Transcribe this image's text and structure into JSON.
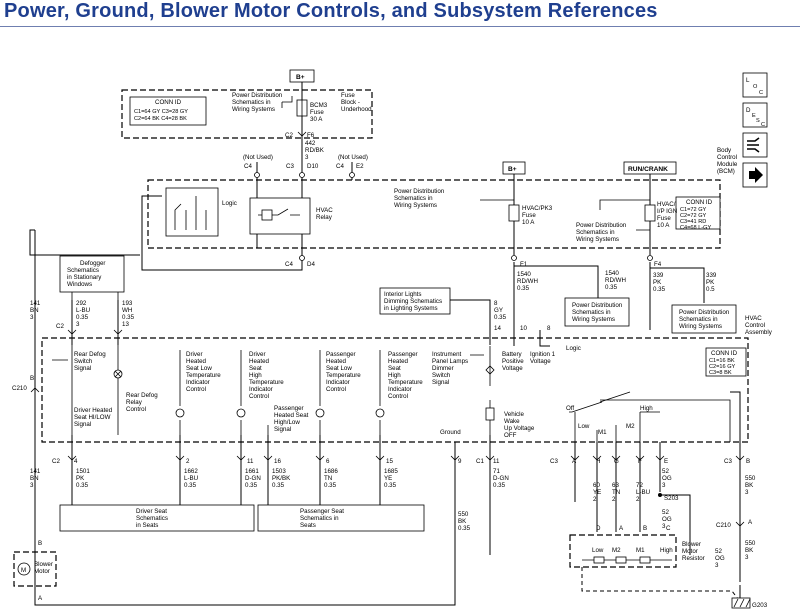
{
  "title": "Power, Ground, Blower Motor Controls, and Subsystem References",
  "side_icons": {
    "loc": [
      "L",
      "O",
      "C"
    ],
    "desc": [
      "D",
      "E",
      "S",
      "C"
    ],
    "icons": [
      "connector-icon",
      "arrow-right-icon"
    ]
  },
  "top": {
    "bplus": "B+",
    "pd_ref": [
      "Power Distribution",
      "Schematics in",
      "Wiring Systems"
    ],
    "conn_id": {
      "title": "CONN ID",
      "lines": [
        "C1=64 GY   C3=28 GY",
        "C2=64 BK   C4=28 BK"
      ]
    },
    "fuse": [
      "BCM3",
      "Fuse",
      "30 A"
    ],
    "fuse_block": [
      "Fuse",
      "Block -",
      "Underhood"
    ],
    "c2": "C2",
    "f6": "F6",
    "wire": [
      "442",
      "RD/BK",
      "3"
    ],
    "not_used": "(Not Used)",
    "c4": "C4",
    "c3": "C3",
    "d10": "D10",
    "e2": "E2"
  },
  "bcm": {
    "label": [
      "Body",
      "Control",
      "Module",
      "(BCM)"
    ],
    "logic": "Logic",
    "relay": [
      "HVAC",
      "Relay"
    ],
    "c4": "C4",
    "d4": "D4",
    "conn_id": {
      "title": "CONN ID",
      "lines": [
        "C1=72 GY",
        "C2=72 GY",
        "C3=41 RD",
        "C4=68 L-GY"
      ]
    },
    "bplus2": "B+",
    "run_crank": "RUN/CRANK",
    "pd_ref_a": [
      "Power Distribution",
      "Schematics in",
      "Wiring Systems"
    ],
    "pd_ref_b": [
      "Power Distribution",
      "Schematics in",
      "Wiring Systems"
    ],
    "fuse_pk3": [
      "HVAC/PK3",
      "Fuse",
      "10 A"
    ],
    "fuse_ign": [
      "HVAC/",
      "I/P IGN",
      "Fuse",
      "10 A"
    ],
    "f1": "F1",
    "f4": "F4",
    "wire_1540a": [
      "1540",
      "RD/WH",
      "0.35"
    ],
    "wire_1540b": [
      "1540",
      "RD/WH",
      "0.35"
    ],
    "wire_339a": [
      "339",
      "PK",
      "0.35"
    ],
    "wire_339b": [
      "339",
      "PK",
      "0.5"
    ],
    "pd_box_a": [
      "Power Distribution",
      "Schematics in",
      "Wiring Systems"
    ],
    "pd_box_b": [
      "Power Distribution",
      "Schematics in",
      "Wiring Systems"
    ]
  },
  "mid": {
    "defogger": [
      "Defogger",
      "Schematics",
      "in Stationary",
      "Windows"
    ],
    "w141": [
      "141",
      "BN",
      "3"
    ],
    "w292": [
      "292",
      "L-BU",
      "0.35",
      "3"
    ],
    "w193": [
      "193",
      "WH",
      "0.35",
      "13"
    ],
    "c2": "C2",
    "interior": [
      "Interior Lights",
      "Dimming Schematics",
      "in Lighting Systems"
    ],
    "w8": [
      "8",
      "GY",
      "0.35"
    ],
    "pin14": "14",
    "pin10": "10",
    "pin8": "8",
    "hvac_assy": [
      "HVAC",
      "Control",
      "Assembly"
    ],
    "c210": "C210",
    "b": "B"
  },
  "hvac": {
    "logic": "Logic",
    "conn_id": {
      "title": "CONN ID",
      "lines": [
        "C1=16 BK",
        "C2=16 GY",
        "C3=8 BK"
      ]
    },
    "rear_defog_switch": [
      "Rear Defog",
      "Switch",
      "Signal"
    ],
    "rear_defog_relay": [
      "Rear Defog",
      "Relay",
      "Control"
    ],
    "drv_seat_hilo": [
      "Driver Heated",
      "Seat HI/LOW",
      "Signal"
    ],
    "drv_low": [
      "Driver",
      "Heated",
      "Seat Low",
      "Temperature",
      "Indicator",
      "Control"
    ],
    "drv_high": [
      "Driver",
      "Heated",
      "Seat",
      "High",
      "Temperature",
      "Indicator",
      "Control"
    ],
    "pass_hilo": [
      "Passenger",
      "Heated Seat",
      "High/Low",
      "Signal"
    ],
    "pass_low": [
      "Passenger",
      "Heated",
      "Seat Low",
      "Temperature",
      "Indicator",
      "Control"
    ],
    "pass_high": [
      "Passenger",
      "Heated",
      "Seat",
      "High",
      "Temperature",
      "Indicator",
      "Control"
    ],
    "dimmer": [
      "Instrument",
      "Panel Lamps",
      "Dimmer",
      "Switch",
      "Signal"
    ],
    "batt": [
      "Battery",
      "Positive",
      "Voltage"
    ],
    "ign": [
      "Ignition 1",
      "Voltage"
    ],
    "wake": [
      "Vehicle",
      "Wake",
      "Up Voltage"
    ],
    "off": "OFF",
    "ground": "Ground",
    "off2": "Off",
    "low": "Low",
    "m1": "M1",
    "m2": "M2",
    "high": "High"
  },
  "bottom": {
    "c2": "C2",
    "c1": "C1",
    "c3": "C3",
    "c3b": "C3",
    "pins": [
      "4",
      "2",
      "11",
      "16",
      "6",
      "15",
      "9",
      "11",
      "A",
      "H",
      "G",
      "F",
      "E",
      "B"
    ],
    "w141": [
      "141",
      "BN",
      "3"
    ],
    "w1501": [
      "1501",
      "PK",
      "0.35"
    ],
    "w1662": [
      "1662",
      "L-BU",
      "0.35"
    ],
    "w1661": [
      "1661",
      "D-GN",
      "0.35"
    ],
    "w1503": [
      "1503",
      "PK/BK",
      "0.35"
    ],
    "w1686": [
      "1686",
      "TN",
      "0.35"
    ],
    "w1685": [
      "1685",
      "YE",
      "0.35"
    ],
    "w550a": [
      "550",
      "BK",
      "0.35"
    ],
    "w71": [
      "71",
      "D-GN",
      "0.35"
    ],
    "w60": [
      "60",
      "YE",
      "2"
    ],
    "w63": [
      "63",
      "TN",
      "2"
    ],
    "w72": [
      "72",
      "L-BU",
      "2"
    ],
    "w52": [
      "52",
      "OG",
      "3"
    ],
    "w52b": [
      "52",
      "OG",
      "3"
    ],
    "w52c": [
      "52",
      "OG",
      "3"
    ],
    "w550b": [
      "550",
      "BK",
      "3"
    ],
    "w550c": [
      "550",
      "BK",
      "3"
    ],
    "s203": "S203",
    "driver_seat": [
      "Driver Seat",
      "Schematics",
      "in Seats"
    ],
    "pass_seat": [
      "Passenger Seat",
      "Schematics in",
      "Seats"
    ],
    "blower_motor": [
      "Blower",
      "Motor"
    ],
    "blower_b": "B",
    "blower_a": "A",
    "c210": "C210",
    "a": "A",
    "resistor": [
      "Blower",
      "Motor",
      "Resistor"
    ],
    "res_pins": [
      "D",
      "A",
      "B",
      "C"
    ],
    "res_labels": [
      "Low",
      "M2",
      "M1",
      "High"
    ],
    "motor_symbol": "M",
    "g203": "G203"
  }
}
